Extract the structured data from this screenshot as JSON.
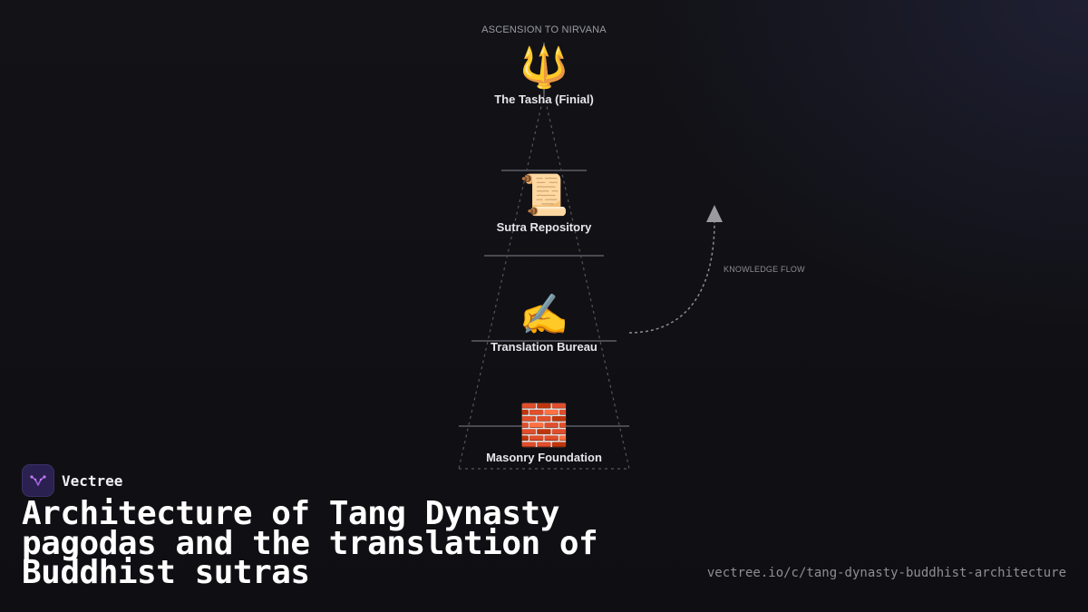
{
  "diagram": {
    "caption": "ASCENSION TO NIRVANA",
    "tiers": [
      {
        "label": "The Tasha (Finial)",
        "emoji": "🔱",
        "icon": "trident-icon"
      },
      {
        "label": "Sutra Repository",
        "emoji": "📜",
        "icon": "scroll-icon"
      },
      {
        "label": "Translation Bureau",
        "emoji": "✍️",
        "icon": "writing-hand-icon"
      },
      {
        "label": "Masonry Foundation",
        "emoji": "🧱",
        "icon": "brick-icon"
      }
    ],
    "flow_label": "KNOWLEDGE FLOW"
  },
  "brand": {
    "name": "Vectree",
    "logo_color": "#a25fe0"
  },
  "headline": "Architecture of Tang Dynasty pagodas and the translation of Buddhist sutras",
  "url": "vectree.io/c/tang-dynasty-buddhist-architecture",
  "colors": {
    "background": "#111116",
    "accent": "#a25fe0",
    "text": "#ffffff",
    "muted": "#8d8d95"
  }
}
